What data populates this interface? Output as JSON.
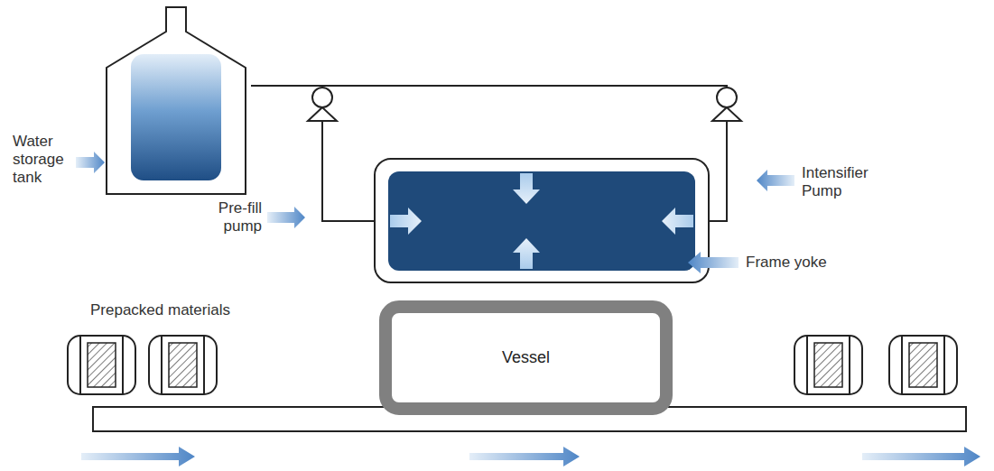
{
  "diagram": {
    "nodes": [
      {
        "text": [
          "Vessel"
        ]
      }
    ],
    "labels": [
      "Water storage tank",
      "Pre-fill pump",
      "Intensifier Pump",
      "Frame yoke",
      "Prepacked materials"
    ]
  }
}
